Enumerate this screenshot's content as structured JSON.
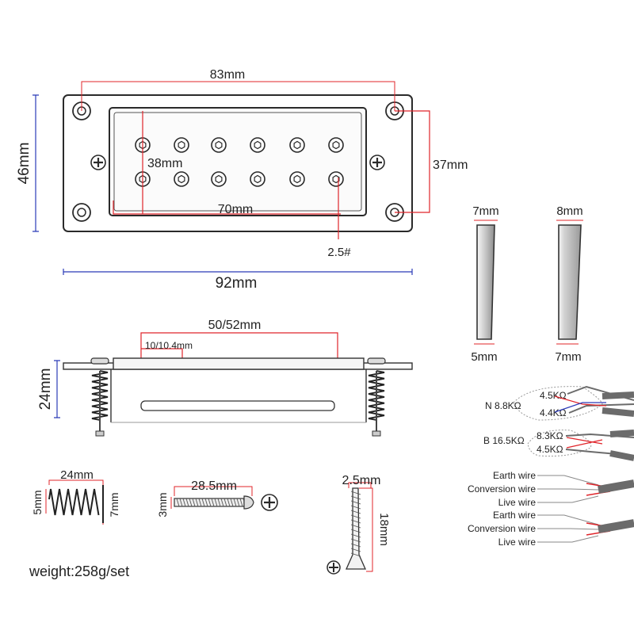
{
  "top_view": {
    "mount_spacing": "83mm",
    "height": "46mm",
    "inner_height": "38mm",
    "inner_width": "70mm",
    "outer_height": "37mm",
    "pole_size": "2.5#",
    "total_width": "92mm"
  },
  "side_profiles": {
    "left_top": "7mm",
    "left_bottom": "5mm",
    "right_top": "8mm",
    "right_bottom": "7mm"
  },
  "front_view": {
    "cover_width": "50/52mm",
    "pole_offset": "10/10.4mm",
    "height": "24mm"
  },
  "spring": {
    "length": "24mm",
    "left_diameter": "5mm",
    "right_diameter": "7mm"
  },
  "long_screw": {
    "length": "28.5mm",
    "diameter": "3mm"
  },
  "wood_screw": {
    "diameter": "2.5mm",
    "length": "18mm"
  },
  "weight": "weight:258g/set",
  "wiring": {
    "neck": {
      "label": "N 8.8KΩ",
      "coil_a": "4.5KΩ",
      "coil_b": "4.4KΩ"
    },
    "bridge": {
      "label": "B 16.5KΩ",
      "coil_a": "8.3KΩ",
      "coil_b": "4.5KΩ"
    },
    "group1": [
      "Earth wire",
      "Conversion wire",
      "Live wire"
    ],
    "group2": [
      "Earth wire",
      "Conversion wire",
      "Live wire"
    ]
  },
  "colors": {
    "dimension_red": "#e0242a",
    "dimension_blue": "#2b3bb8",
    "wire_gray": "#6b6b6b"
  }
}
